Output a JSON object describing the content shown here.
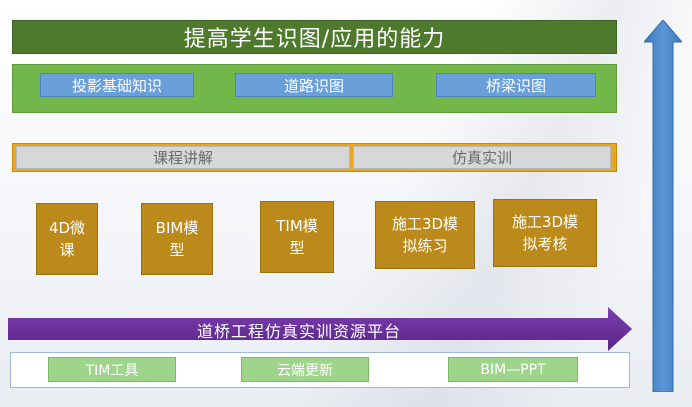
{
  "title": "提高学生识图/应用的能力",
  "knowledge": {
    "items": [
      "投影基础知识",
      "道路识图",
      "桥梁识图"
    ]
  },
  "courses": {
    "items": [
      "课程讲解",
      "仿真实训"
    ]
  },
  "modules": {
    "items": [
      {
        "line1": "4D微",
        "line2": "课"
      },
      {
        "line1": "BIM模",
        "line2": "型"
      },
      {
        "line1": "TIM模",
        "line2": "型"
      },
      {
        "line1": "施工3D模",
        "line2": "拟练习"
      },
      {
        "line1": "施工3D模",
        "line2": "拟考核"
      }
    ]
  },
  "platform": {
    "label": "道桥工程仿真实训资源平台"
  },
  "tools": {
    "items": [
      "TIM工具",
      "云端更新",
      "BIM—PPT"
    ]
  },
  "colors": {
    "title_green": "#4f7a2e",
    "row_green": "#73b64a",
    "blue_button": "#6aa0d9",
    "orange_bar": "#e9a720",
    "gold_card": "#bb8a1a",
    "purple_arrow": "#6a2c9c",
    "light_green_button": "#9fd48b",
    "up_arrow_blue": "#4a86c8"
  }
}
